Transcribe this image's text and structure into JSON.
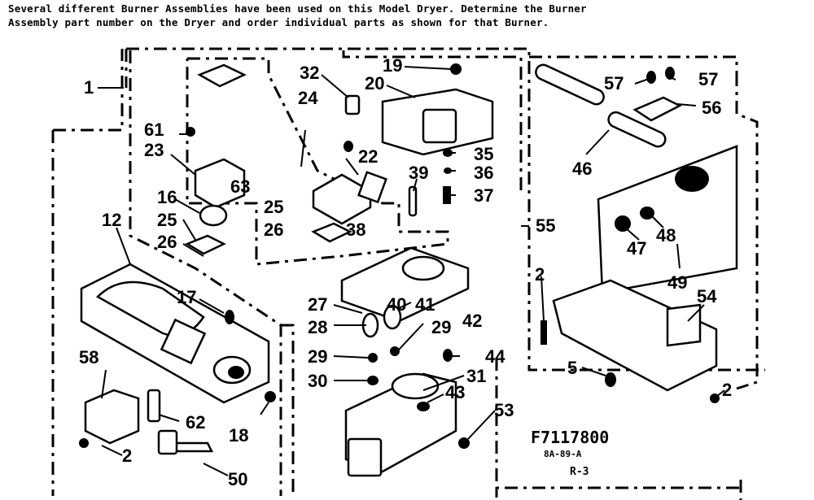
{
  "header": {
    "line1": "Several different Burner Assemblies have been used on this Model Dryer.  Determine the Burner",
    "line2": "Assembly part number on the Dryer and order individual parts as shown for that Burner."
  },
  "callouts": {
    "c1": "1",
    "c2a": "2",
    "c2b": "2",
    "c2c": "2",
    "c5": "5",
    "c12": "12",
    "c16": "16",
    "c17": "17",
    "c18": "18",
    "c19": "19",
    "c20": "20",
    "c22": "22",
    "c23": "23",
    "c24": "24",
    "c25a": "25",
    "c25b": "25",
    "c26a": "26",
    "c26b": "26",
    "c27": "27",
    "c28": "28",
    "c29a": "29",
    "c29b": "29",
    "c30": "30",
    "c31": "31",
    "c32": "32",
    "c35": "35",
    "c36": "36",
    "c37": "37",
    "c38": "38",
    "c39": "39",
    "c40": "40",
    "c41": "41",
    "c42": "42",
    "c43": "43",
    "c44": "44",
    "c46": "46",
    "c47": "47",
    "c48": "48",
    "c49": "49",
    "c50": "50",
    "c53": "53",
    "c54": "54",
    "c55": "55",
    "c56": "56",
    "c57a": "57",
    "c57b": "57",
    "c58": "58",
    "c61": "61",
    "c62": "62",
    "c63": "63"
  },
  "figure": {
    "code": "F7117800",
    "sub1": "8A-89-A",
    "sub2": "R-3"
  }
}
